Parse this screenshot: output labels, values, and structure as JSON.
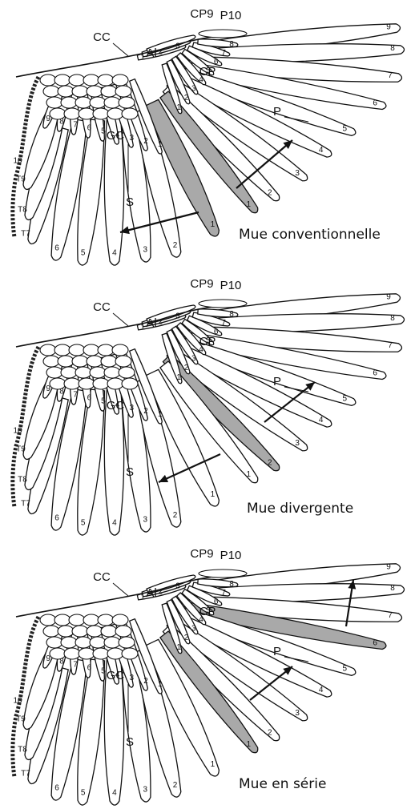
{
  "labels": {
    "carpal_covert": "CC",
    "alula": "Al",
    "primary_coverts": "CP",
    "greater_coverts": "GC",
    "primaries": "P",
    "secondaries": "S",
    "cp9": "CP9",
    "p10": "P10",
    "t10": "10",
    "t9": "T9",
    "t8": "T8",
    "t7": "T7"
  },
  "primary_numbers": [
    "1",
    "2",
    "3",
    "4",
    "5",
    "6",
    "7",
    "8",
    "9"
  ],
  "secondary_numbers": [
    "1",
    "2",
    "3",
    "4",
    "5",
    "6"
  ],
  "gc_numbers": [
    "1",
    "2",
    "3",
    "4",
    "5",
    "6",
    "7",
    "8",
    "9"
  ],
  "cp_numbers": [
    "1",
    "2",
    "3",
    "4",
    "5",
    "6",
    "7",
    "8"
  ],
  "alula_numbers": [
    "1",
    "2",
    "3"
  ],
  "molt_color": "#a9a9a9",
  "panels": [
    {
      "caption": "Mue conventionnelle",
      "molting_primaries": [
        1
      ],
      "molting_secondaries": [
        1
      ]
    },
    {
      "caption": "Mue divergente",
      "molting_primaries": [
        2
      ],
      "molting_secondaries": []
    },
    {
      "caption": "Mue en série",
      "molting_primaries": [
        1,
        6
      ],
      "molting_secondaries": []
    }
  ]
}
